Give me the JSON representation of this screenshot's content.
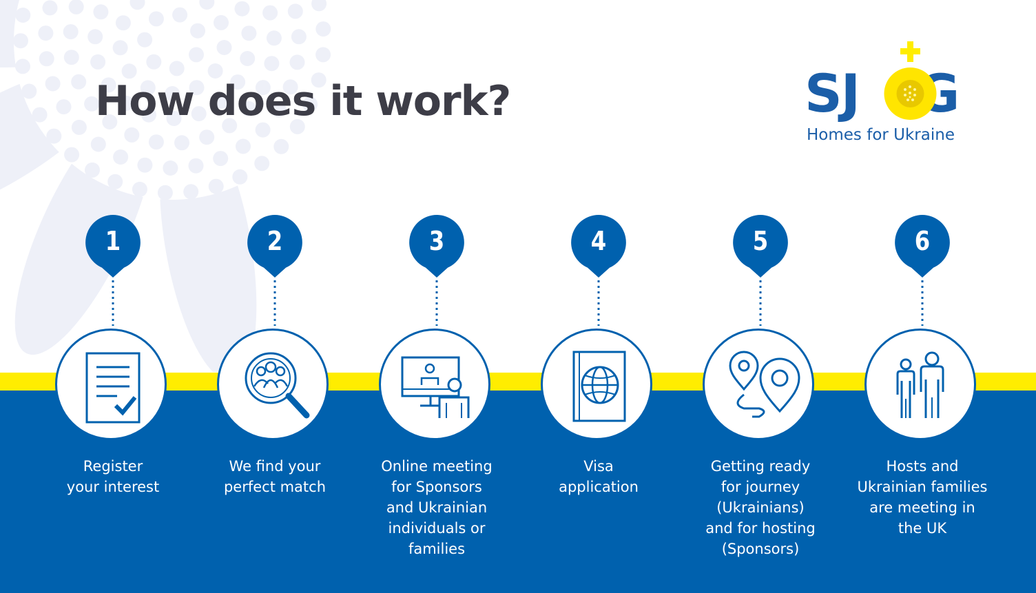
{
  "title": "How does it work?",
  "logo": {
    "wordmark": [
      "S",
      "J",
      "G"
    ],
    "subtitle": "Homes for Ukraine"
  },
  "colors": {
    "primary_blue": "#0061AE",
    "logo_blue": "#1B5EA8",
    "accent_yellow": "#FFED00",
    "title_text": "#3D3D47",
    "decor_lavender": "#EEF0F8"
  },
  "steps": [
    {
      "number": "1",
      "icon": "document-check-icon",
      "lines": [
        "Register",
        "your interest"
      ]
    },
    {
      "number": "2",
      "icon": "people-search-icon",
      "lines": [
        "We find your",
        "perfect match"
      ]
    },
    {
      "number": "3",
      "icon": "video-meeting-icon",
      "lines": [
        "Online meeting",
        "for Sponsors",
        "and Ukrainian",
        "individuals or",
        "families"
      ]
    },
    {
      "number": "4",
      "icon": "passport-icon",
      "lines": [
        "Visa",
        "application"
      ]
    },
    {
      "number": "5",
      "icon": "route-pins-icon",
      "lines": [
        "Getting ready",
        "for journey",
        "(Ukrainians)",
        "and for hosting",
        "(Sponsors)"
      ]
    },
    {
      "number": "6",
      "icon": "people-standing-icon",
      "lines": [
        "Hosts and",
        "Ukrainian families",
        "are meeting in",
        "the UK"
      ]
    }
  ]
}
